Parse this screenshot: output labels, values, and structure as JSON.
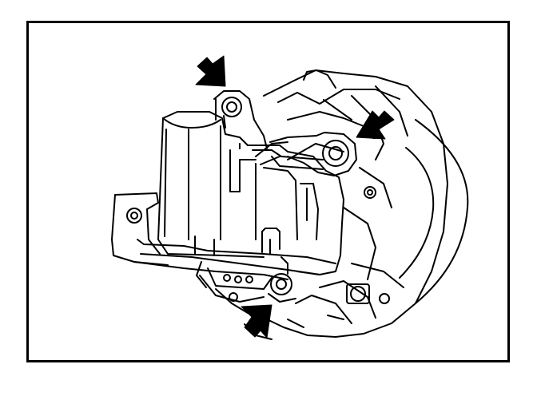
{
  "figure": {
    "kind": "line-drawing",
    "colors": {
      "ink": "#000000",
      "paper": "#ffffff"
    },
    "arrows": [
      {
        "id": "top",
        "direction": "down-right"
      },
      {
        "id": "right",
        "direction": "down-left"
      },
      {
        "id": "bottom",
        "direction": "up-right"
      }
    ]
  }
}
